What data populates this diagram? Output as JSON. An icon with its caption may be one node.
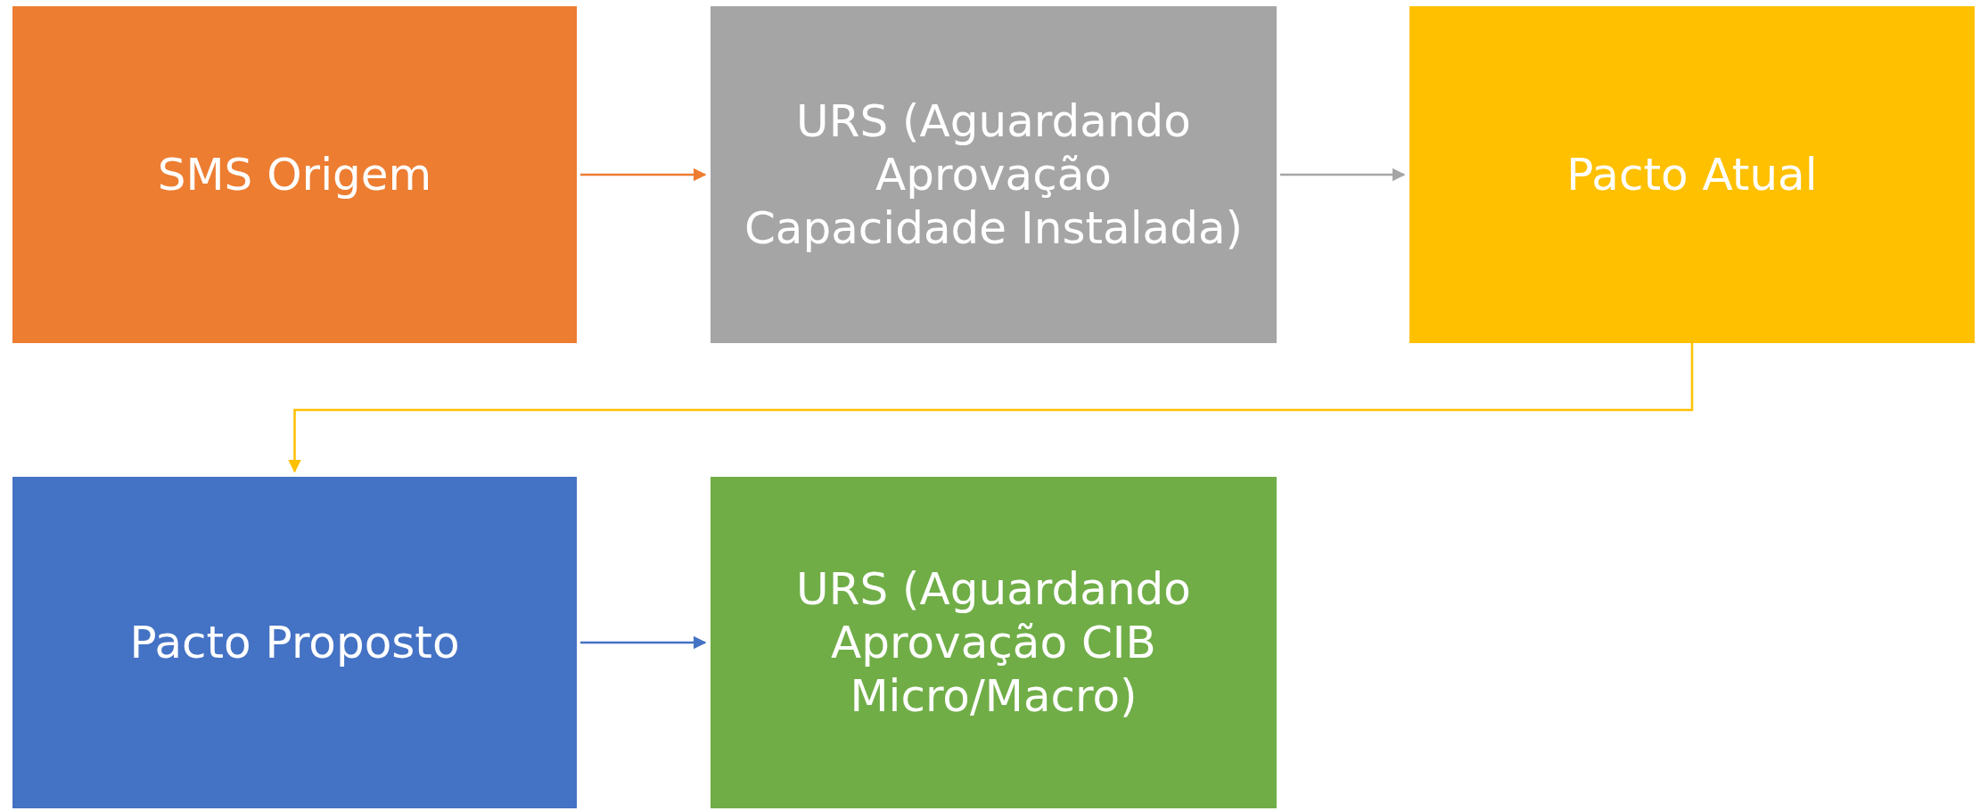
{
  "diagram": {
    "nodes": [
      {
        "text": [
          "SMS Origem"
        ]
      },
      {
        "text": [
          "URS (Aguardando Aprovação Capacidade Instalada)"
        ]
      },
      {
        "text": [
          "Pacto Atual"
        ]
      },
      {
        "text": [
          "Pacto Proposto"
        ]
      },
      {
        "text": [
          "URS (Aguardando Aprovação CIB Micro/Macro)"
        ]
      }
    ],
    "edges": [
      {
        "from": 0,
        "to": 1,
        "arrow": "to",
        "color": "#ed7d31"
      },
      {
        "from": 1,
        "to": 2,
        "arrow": "to",
        "color": "#a5a5a5"
      },
      {
        "from": 2,
        "to": 3,
        "arrow": "to",
        "color": "#ffc000"
      },
      {
        "from": 3,
        "to": 4,
        "arrow": "to",
        "color": "#4472c4"
      }
    ]
  }
}
